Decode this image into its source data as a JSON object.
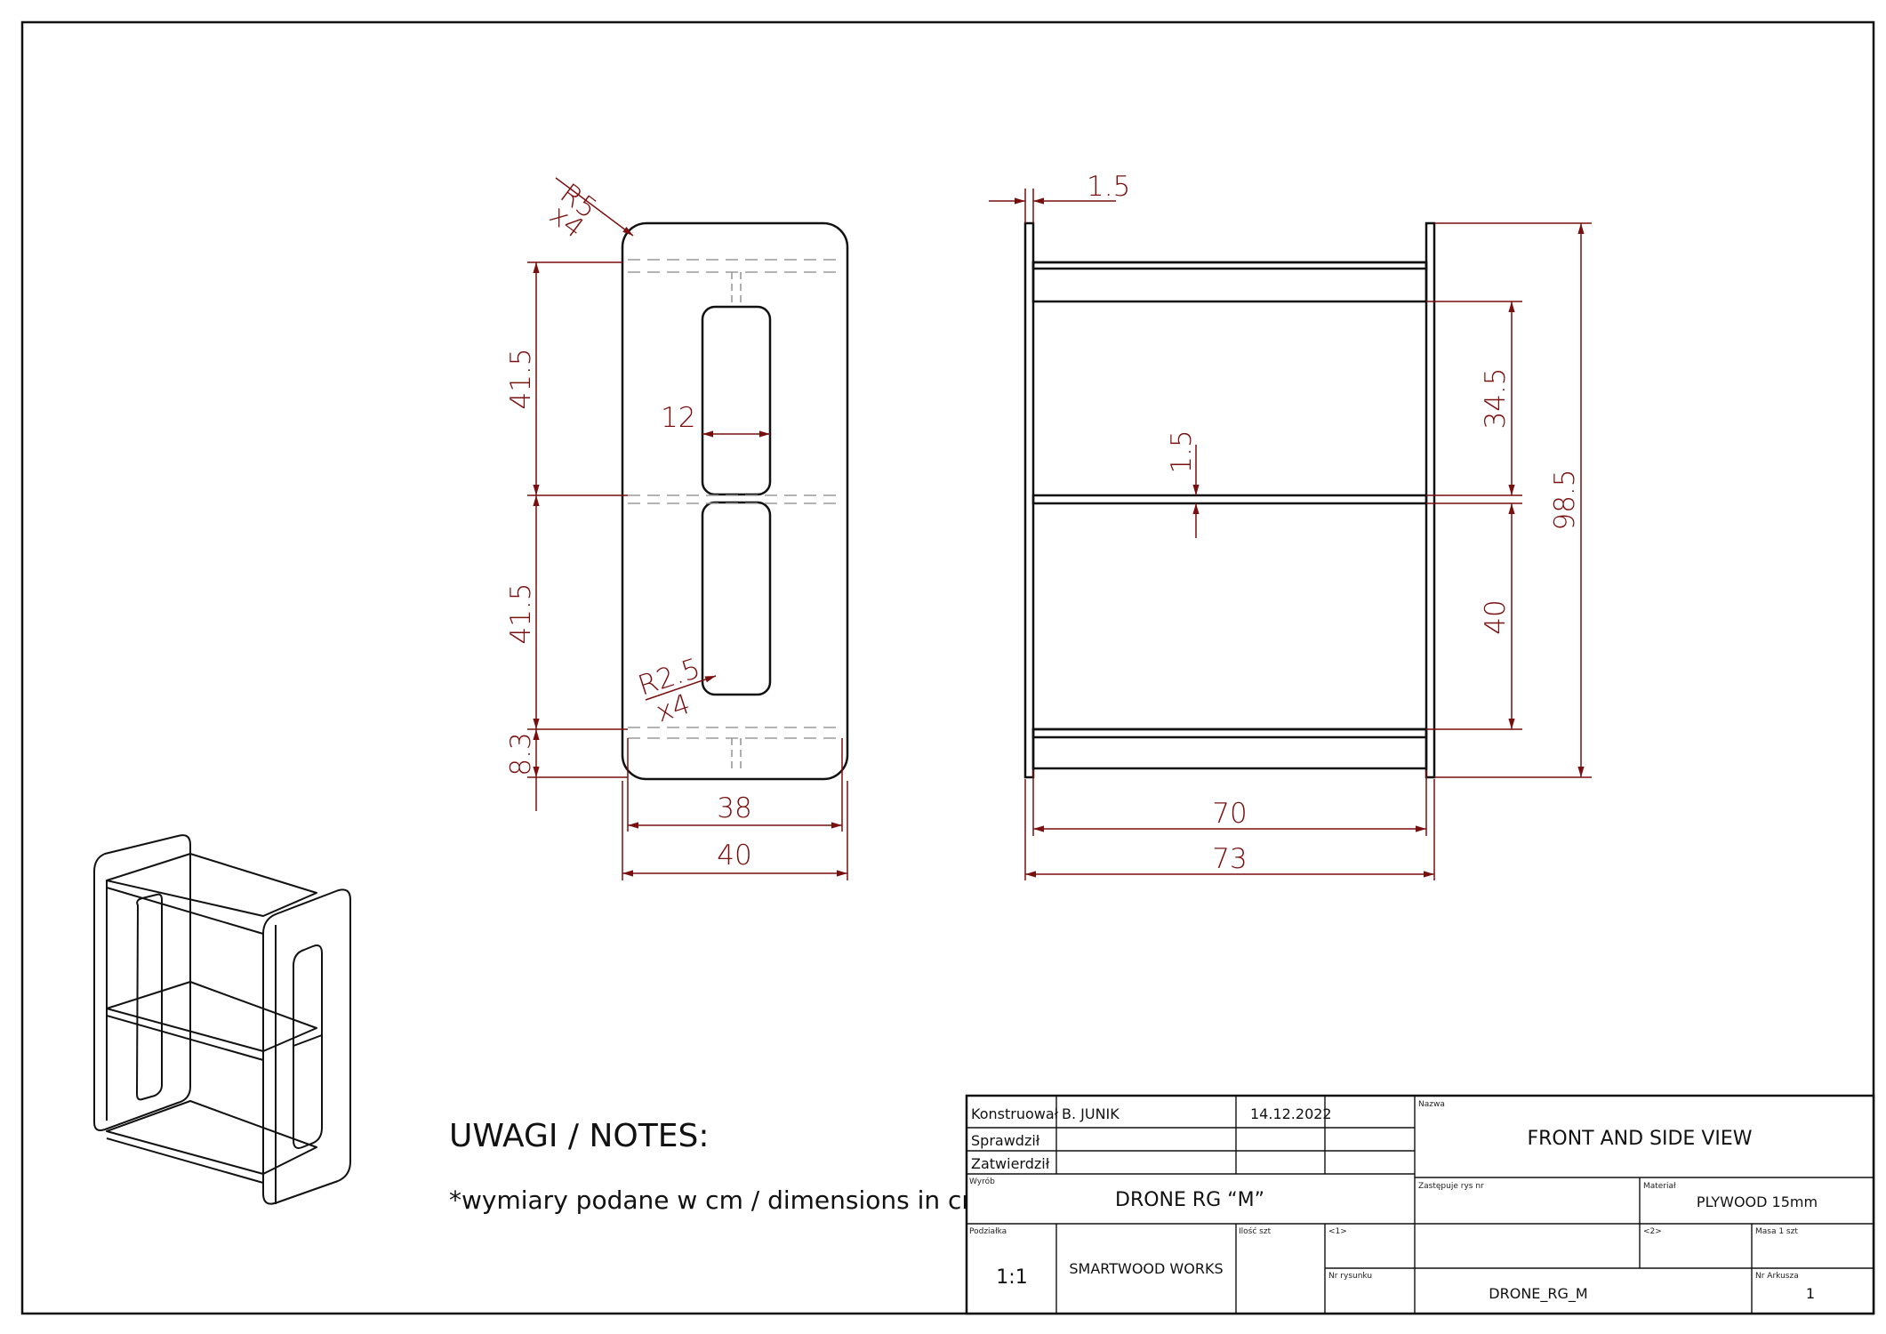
{
  "front_view": {
    "dims": {
      "r5": "R5",
      "r5_count": "x4",
      "h_upper": "41.5",
      "h_lower": "41.5",
      "h_bottom": "8.3",
      "slot_width": "12",
      "r25": "R2.5",
      "r25_count": "x4",
      "inner_width": "38",
      "outer_width": "40"
    }
  },
  "side_view": {
    "dims": {
      "panel_thickness": "1.5",
      "shelf_thickness": "1.5",
      "upper_gap": "34.5",
      "lower_gap": "40",
      "total_height": "98.5",
      "inner_width": "70",
      "outer_width": "73"
    }
  },
  "notes": {
    "heading": "UWAGI / NOTES:",
    "line1": "*wymiary podane w cm / dimensions in cm"
  },
  "title_block": {
    "designer_label": "Konstruował",
    "designer_name": "B. JUNIK",
    "designer_date": "14.12.2022",
    "checked_label": "Sprawdził",
    "approved_label": "Zatwierdził",
    "name_label": "Nazwa",
    "name_value": "FRONT AND SIDE VIEW",
    "product_label": "Wyrób",
    "product_value": "DRONE RG “M”",
    "replaces_label": "Zastępuje rys nr",
    "material_label": "Materiał",
    "material_value": "PLYWOOD 15mm",
    "scale_label": "Podziałka",
    "scale_value": "1:1",
    "company_value": "SMARTWOOD WORKS",
    "qty_label": "Ilość szt",
    "f1_label": "<1>",
    "f2_label": "<2>",
    "mass_label": "Masa 1 szt",
    "drawing_no_label": "Nr rysunku",
    "drawing_no_value": "DRONE_RG_M",
    "sheet_label": "Nr Arkusza",
    "sheet_value": "1"
  },
  "colors": {
    "line": "#111111",
    "dimension": "#7a0f0f",
    "hidden": "#9a9a9a"
  }
}
